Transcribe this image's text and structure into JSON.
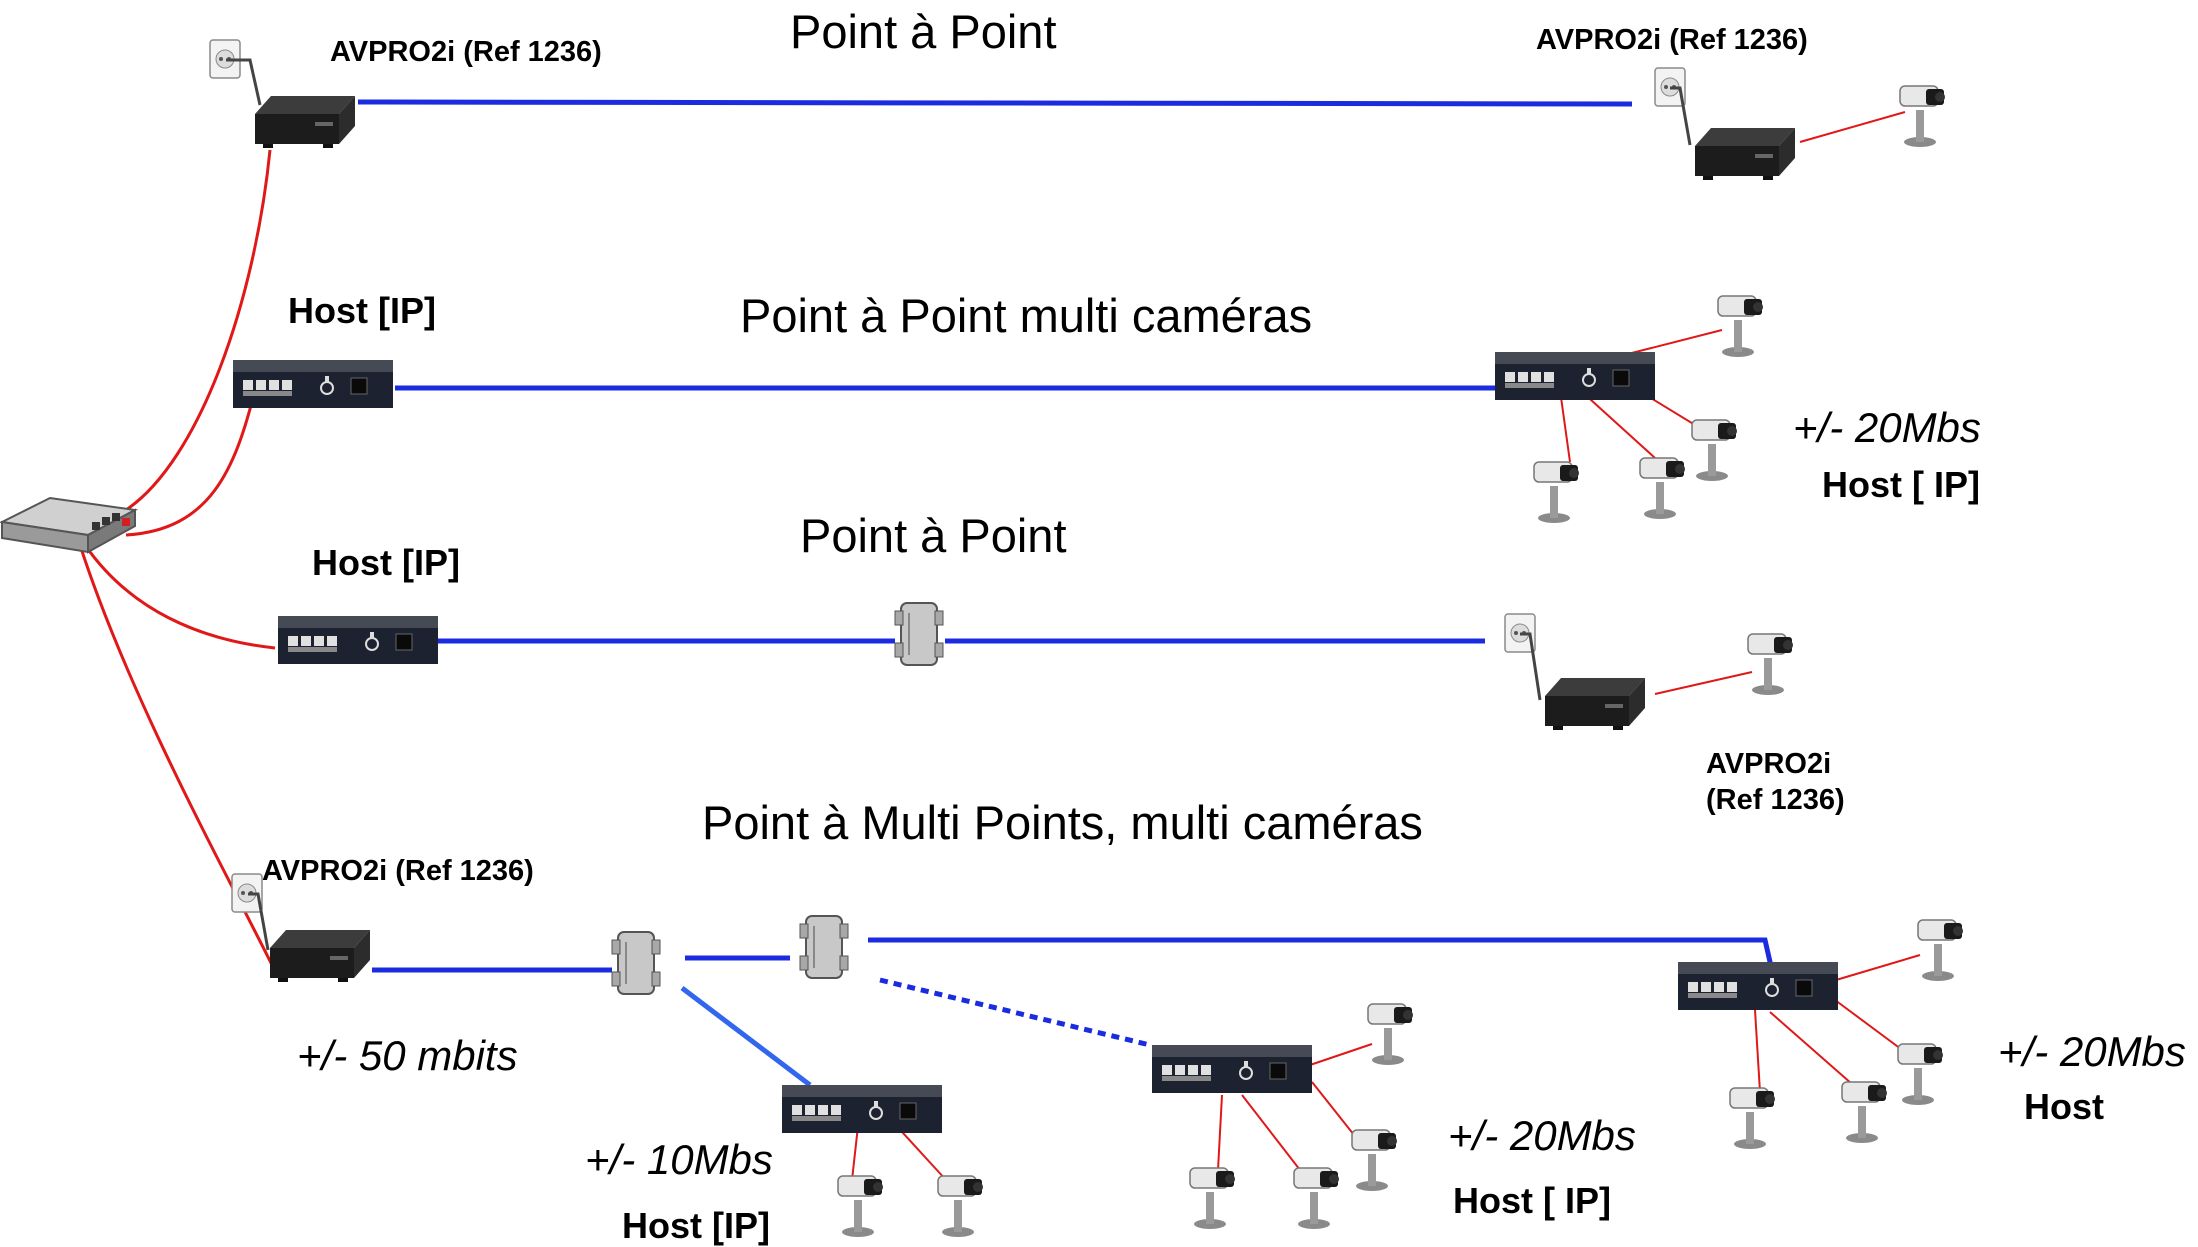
{
  "titles": {
    "row1": "Point à Point",
    "row2": "Point à Point multi caméras",
    "row3": "Point à Point",
    "row4": "Point à Multi Points,  multi caméras"
  },
  "device_labels": {
    "avpro_top_left": "AVPRO2i (Ref 1236)",
    "avpro_top_right": "AVPRO2i (Ref 1236)",
    "avpro_row3_line1": "AVPRO2i",
    "avpro_row3_line2": "(Ref 1236)",
    "avpro_row4": "AVPRO2i (Ref 1236)"
  },
  "host_labels": {
    "row2_left": "Host [IP]",
    "row2_right": "Host [ IP]",
    "row3_left": "Host [IP]",
    "row4_a": "Host [IP]",
    "row4_b": "Host [ IP]",
    "row4_c": "Host"
  },
  "rates": {
    "row2": "+/- 20Mbs",
    "row4_source": "+/- 50 mbits",
    "row4_a": "+/- 10Mbs",
    "row4_b": "+/- 20Mbs",
    "row4_c": "+/- 20Mbs"
  },
  "colors": {
    "coax_line": "#1a2be0",
    "coax_line_light": "#3366ee",
    "ethernet_line": "#e01818",
    "device_dark": "#222222",
    "switch_body": "#b0b0b0"
  },
  "icons": [
    "network-switch-icon",
    "avpro-adapter-icon",
    "host-ip-box-icon",
    "coax-splitter-icon",
    "ip-camera-icon",
    "wall-outlet-icon"
  ]
}
